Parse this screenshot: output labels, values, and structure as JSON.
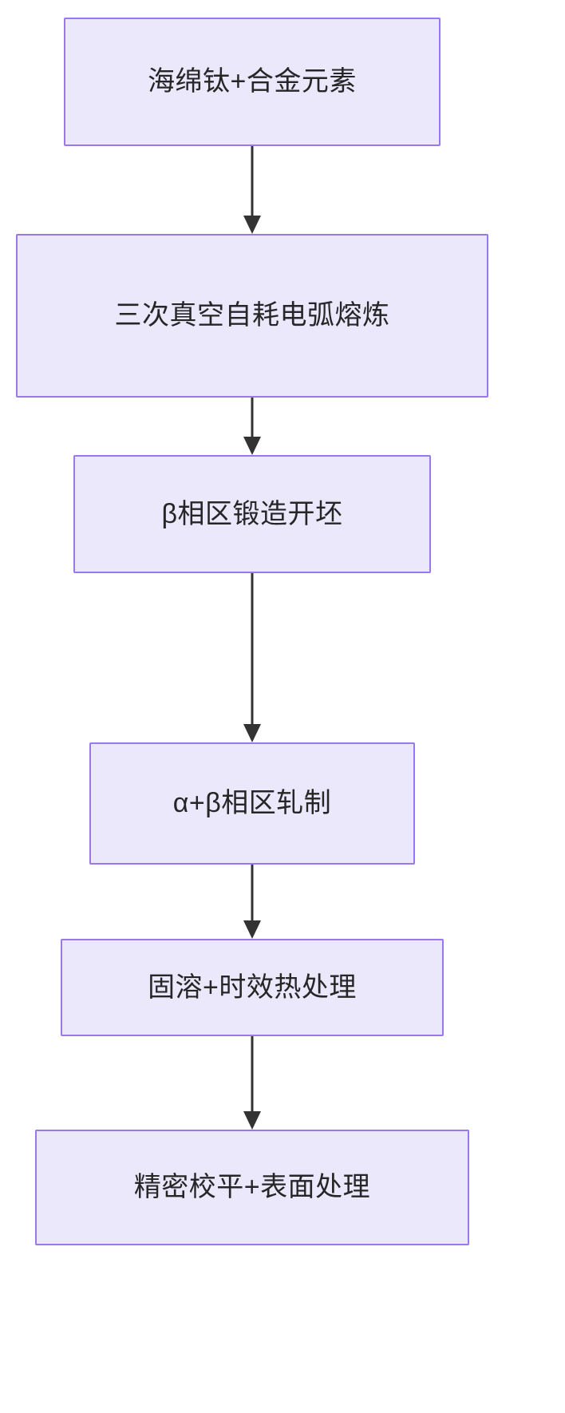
{
  "diagram": {
    "type": "flowchart",
    "orientation": "top-to-bottom",
    "colors": {
      "node_fill": "#ebe8fc",
      "node_border": "#9a77ea",
      "node_text": "#262626",
      "edge": "#333333",
      "background": "#ffffff"
    },
    "nodes": [
      {
        "id": "n1",
        "label": "海绵钛+合金元素"
      },
      {
        "id": "n2",
        "label": "三次真空自耗电弧熔炼"
      },
      {
        "id": "n3",
        "label": "β相区锻造开坯"
      },
      {
        "id": "n4",
        "label": "α+β相区轧制"
      },
      {
        "id": "n5",
        "label": "固溶+时效热处理"
      },
      {
        "id": "n6",
        "label": "精密校平+表面处理"
      }
    ],
    "edges": [
      {
        "from": "n1",
        "to": "n2",
        "arrow": "down"
      },
      {
        "from": "n2",
        "to": "n3",
        "arrow": "down"
      },
      {
        "from": "n3",
        "to": "n4",
        "arrow": "down"
      },
      {
        "from": "n4",
        "to": "n5",
        "arrow": "down"
      },
      {
        "from": "n5",
        "to": "n6",
        "arrow": "down"
      }
    ]
  }
}
